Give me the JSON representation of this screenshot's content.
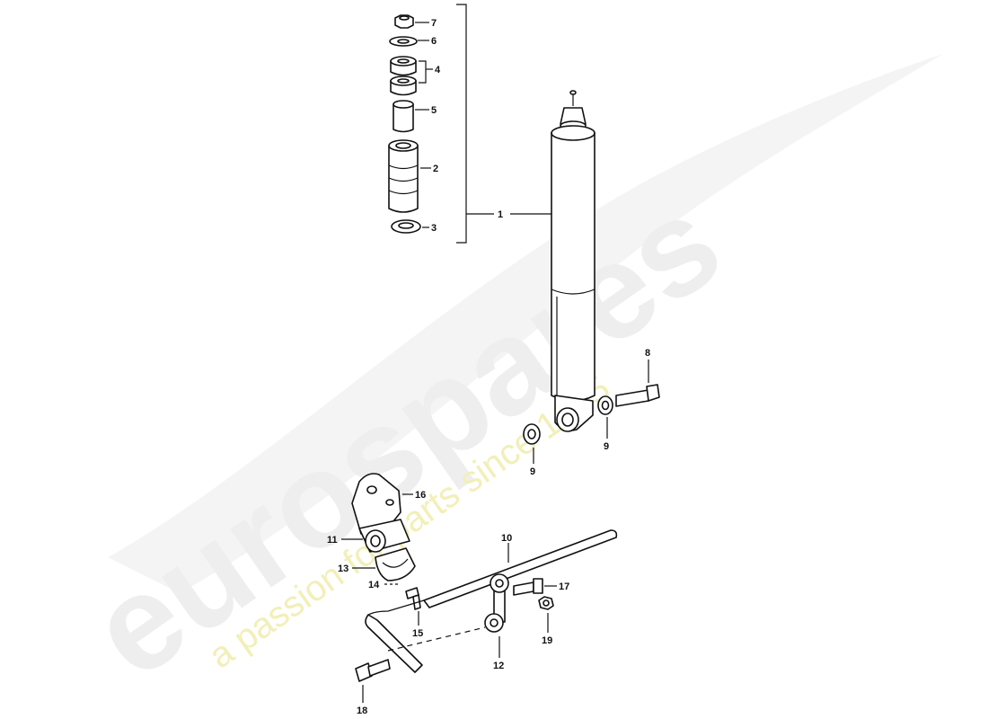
{
  "watermark": {
    "brand": "eurospares",
    "tagline": "a passion for parts since 1985"
  },
  "callouts": {
    "c1": "1",
    "c2": "2",
    "c3": "3",
    "c4": "4",
    "c5": "5",
    "c6": "6",
    "c7": "7",
    "c8": "8",
    "c9a": "9",
    "c9b": "9",
    "c10": "10",
    "c11": "11",
    "c12": "12",
    "c13": "13",
    "c14": "14",
    "c15": "15",
    "c16": "16",
    "c17": "17",
    "c18": "18",
    "c19": "19"
  }
}
